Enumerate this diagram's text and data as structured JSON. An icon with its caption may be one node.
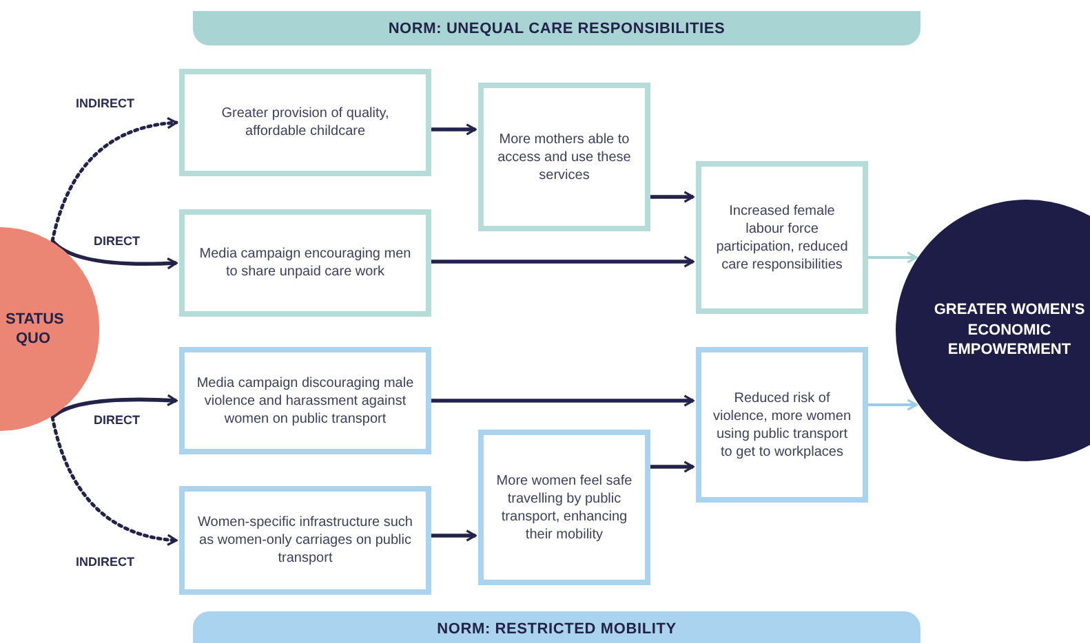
{
  "diagram": {
    "nodes": [
      {
        "text": [
          "NORM: UNEQUAL CARE RESPONSIBILITIES"
        ]
      },
      {
        "text": [
          "STATUS QUO"
        ]
      },
      {
        "text": [
          "Greater provision of quality, affordable childcare"
        ]
      },
      {
        "text": [
          "More mothers able to access and use these services"
        ]
      },
      {
        "text": [
          "Media campaign encouraging men to share unpaid care work"
        ]
      },
      {
        "text": [
          "Increased female labour force participation, reduced care responsibilities"
        ]
      },
      {
        "text": [
          "GREATER WOMEN'S ECONOMIC EMPOWERMENT"
        ]
      },
      {
        "text": [
          "Media campaign discouraging male violence and harassment against women on public transport"
        ]
      },
      {
        "text": [
          "Reduced risk of violence, more women using public transport to get to workplaces"
        ]
      },
      {
        "text": [
          "Women-specific infrastructure such as women-only carriages on public transport"
        ]
      },
      {
        "text": [
          "More women feel safe travelling by public transport, enhancing their mobility"
        ]
      },
      {
        "text": [
          "NORM: RESTRICTED MOBILITY"
        ]
      }
    ],
    "edges": [
      {
        "from": 1,
        "to": 2,
        "arrow": "to",
        "label": "INDIRECT",
        "style": "dashed"
      },
      {
        "from": 1,
        "to": 4,
        "arrow": "to",
        "label": "DIRECT"
      },
      {
        "from": 1,
        "to": 7,
        "arrow": "to",
        "label": "DIRECT"
      },
      {
        "from": 1,
        "to": 9,
        "arrow": "to",
        "label": "INDIRECT",
        "style": "dashed"
      },
      {
        "from": 2,
        "to": 3,
        "arrow": "to"
      },
      {
        "from": 3,
        "to": 5,
        "arrow": "to"
      },
      {
        "from": 4,
        "to": 5,
        "arrow": "to"
      },
      {
        "from": 5,
        "to": 6,
        "arrow": "to",
        "color": "#a8d5d3"
      },
      {
        "from": 7,
        "to": 8,
        "arrow": "to"
      },
      {
        "from": 9,
        "to": 10,
        "arrow": "to"
      },
      {
        "from": 10,
        "to": 8,
        "arrow": "to"
      },
      {
        "from": 8,
        "to": 6,
        "arrow": "to",
        "color": "#9ccbe8"
      }
    ]
  }
}
